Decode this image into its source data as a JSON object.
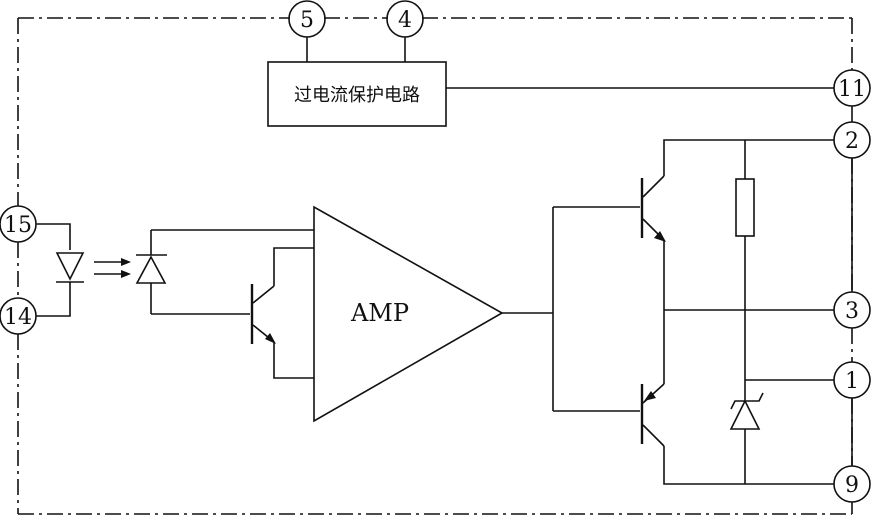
{
  "pins": {
    "p5": "5",
    "p4": "4",
    "p11": "11",
    "p2": "2",
    "p15": "15",
    "p14": "14",
    "p3": "3",
    "p1": "1",
    "p9": "9"
  },
  "protection_box": {
    "label": "过电流保护电路"
  },
  "amplifier": {
    "label": "AMP"
  },
  "colors": {
    "stroke": "#111111",
    "background": "#ffffff"
  }
}
